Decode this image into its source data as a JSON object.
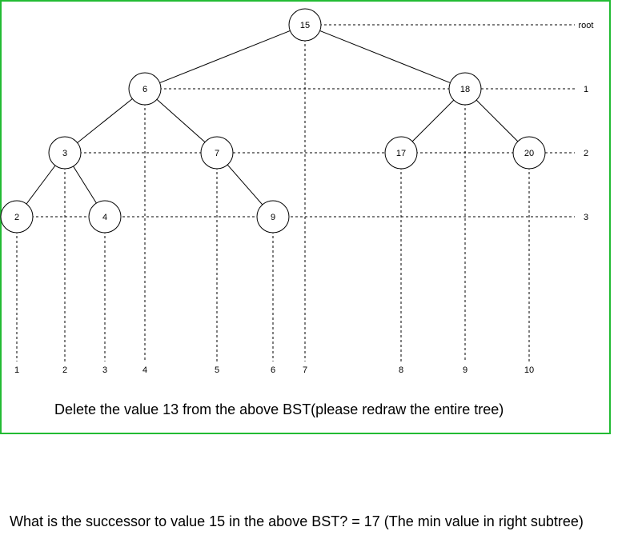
{
  "colors": {
    "frame": "#22bb33",
    "stroke": "#000000",
    "background": "#ffffff"
  },
  "nodes": [
    {
      "id": "n15",
      "label": "15"
    },
    {
      "id": "n6",
      "label": "6"
    },
    {
      "id": "n18",
      "label": "18"
    },
    {
      "id": "n3",
      "label": "3"
    },
    {
      "id": "n7",
      "label": "7"
    },
    {
      "id": "n17",
      "label": "17"
    },
    {
      "id": "n20",
      "label": "20"
    },
    {
      "id": "n2",
      "label": "2"
    },
    {
      "id": "n4",
      "label": "4"
    },
    {
      "id": "n9",
      "label": "9"
    }
  ],
  "edges": [
    {
      "from": "n15",
      "to": "n6"
    },
    {
      "from": "n15",
      "to": "n18"
    },
    {
      "from": "n6",
      "to": "n3"
    },
    {
      "from": "n6",
      "to": "n7"
    },
    {
      "from": "n18",
      "to": "n17"
    },
    {
      "from": "n18",
      "to": "n20"
    },
    {
      "from": "n3",
      "to": "n2"
    },
    {
      "from": "n3",
      "to": "n4"
    },
    {
      "from": "n7",
      "to": "n9"
    }
  ],
  "level_labels": [
    "root",
    "1",
    "2",
    "3"
  ],
  "column_labels": [
    "1",
    "2",
    "3",
    "4",
    "5",
    "6",
    "7",
    "8",
    "9",
    "10"
  ],
  "caption_delete": "Delete the value 13 from the above BST(please redraw the entire tree)",
  "caption_successor": "What is the successor to value 15 in the above BST? = 17 (The min value in right subtree)"
}
